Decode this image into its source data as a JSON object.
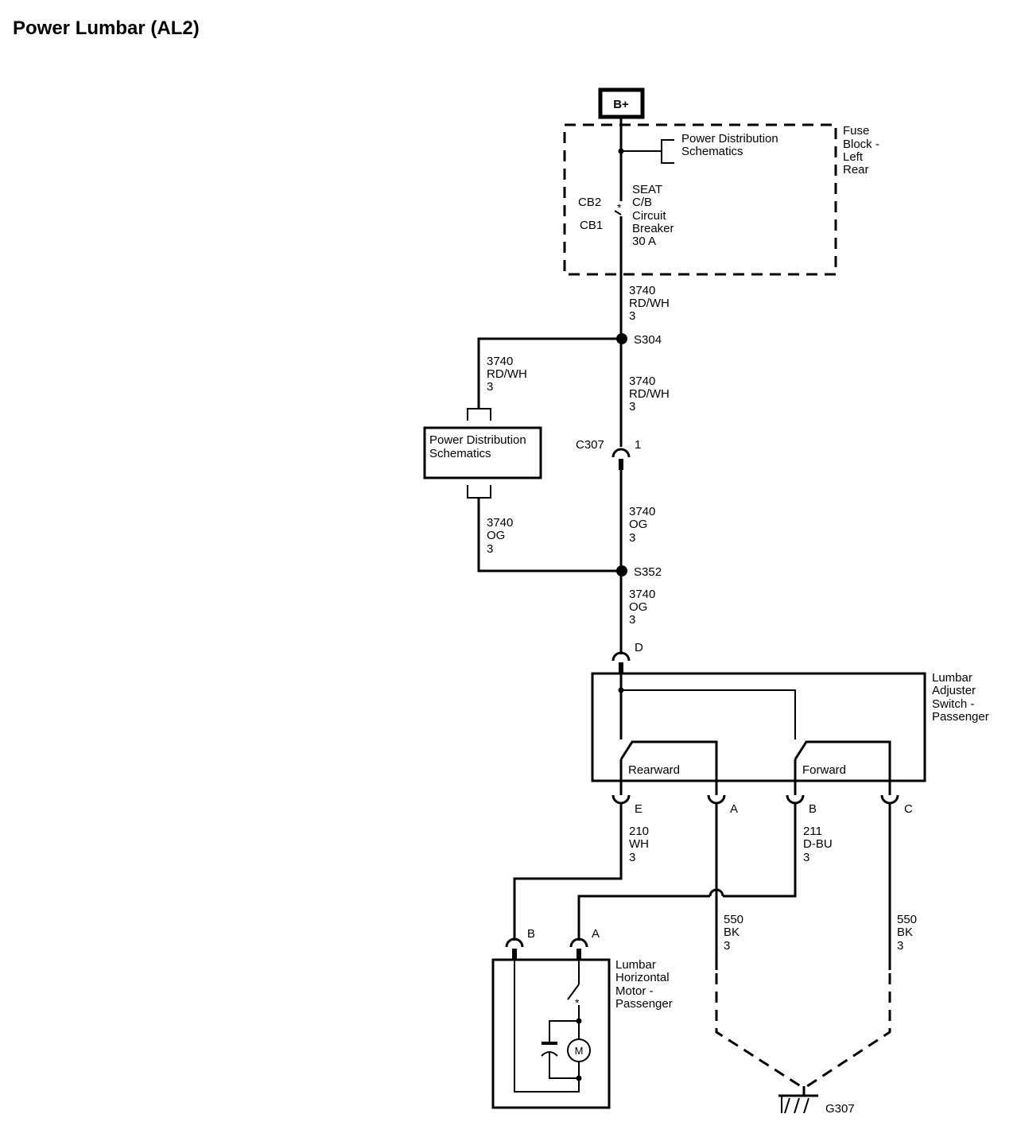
{
  "title": "Power Lumbar (AL2)",
  "power": {
    "label": "B+"
  },
  "fuse_block": {
    "name": [
      "Fuse",
      "Block -",
      "Left",
      "Rear"
    ],
    "pds_ref": [
      "Power Distribution",
      "Schematics"
    ],
    "breaker": [
      "SEAT",
      "C/B",
      "Circuit",
      "Breaker",
      "30 A"
    ],
    "cb2": "CB2",
    "cb1": "CB1"
  },
  "wires": {
    "w3740_rdwh_1": [
      "3740",
      "RD/WH",
      "3"
    ],
    "w3740_rdwh_2": [
      "3740",
      "RD/WH",
      "3"
    ],
    "w3740_rdwh_3": [
      "3740",
      "RD/WH",
      "3"
    ],
    "w3740_og_1": [
      "3740",
      "OG",
      "3"
    ],
    "w3740_og_2": [
      "3740",
      "OG",
      "3"
    ],
    "w3740_og_3": [
      "3740",
      "OG",
      "3"
    ],
    "w210": [
      "210",
      "WH",
      "3"
    ],
    "w211": [
      "211",
      "D-BU",
      "3"
    ],
    "w550_a": [
      "550",
      "BK",
      "3"
    ],
    "w550_c": [
      "550",
      "BK",
      "3"
    ]
  },
  "splices": {
    "s304": "S304",
    "s352": "S352"
  },
  "pds_box": [
    "Power Distribution",
    "Schematics"
  ],
  "c307": {
    "name": "C307",
    "pin": "1"
  },
  "switch": {
    "name": [
      "Lumbar",
      "Adjuster",
      "Switch -",
      "Passenger"
    ],
    "pin_d": "D",
    "rearward": "Rearward",
    "forward": "Forward",
    "pins": {
      "e": "E",
      "a": "A",
      "b": "B",
      "c": "C"
    }
  },
  "motor": {
    "name": [
      "Lumbar",
      "Horizontal",
      "Motor -",
      "Passenger"
    ],
    "pin_b": "B",
    "pin_a": "A",
    "symbol": "M"
  },
  "ground": {
    "name": "G307"
  }
}
